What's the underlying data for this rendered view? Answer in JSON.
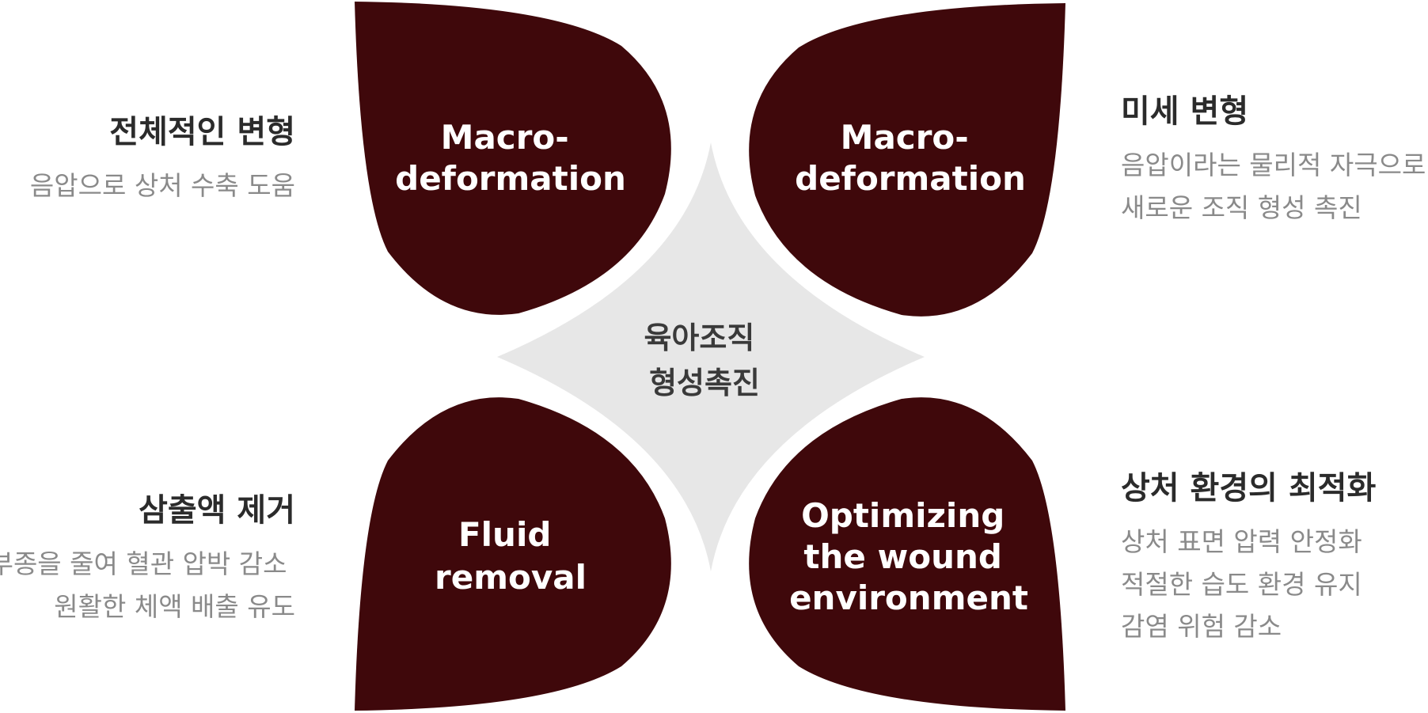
{
  "colors": {
    "petal": "#3f080b",
    "star": "#e7e7e7",
    "heading": "#2b2b2b",
    "body_text": "#8a8a8a"
  },
  "center": {
    "lines": [
      "육아조직",
      "형성촉진"
    ]
  },
  "petals": {
    "top_left": {
      "lines": [
        "Macro-",
        "deformation"
      ]
    },
    "top_right": {
      "lines": [
        "Macro-",
        "deformation"
      ]
    },
    "bottom_left": {
      "lines": [
        "Fluid",
        "removal"
      ]
    },
    "bottom_right": {
      "lines": [
        "Optimizing",
        "the wound",
        "environment"
      ]
    }
  },
  "side_notes": {
    "top_left": {
      "heading": "전체적인 변형",
      "lines": [
        "음압으로 상처 수축 도움"
      ]
    },
    "top_right": {
      "heading": "미세 변형",
      "lines": [
        "음압이라는 물리적 자극으로",
        "새로운 조직 형성 촉진"
      ]
    },
    "bottom_left": {
      "heading": "삼출액 제거",
      "lines": [
        "부종을 줄여 혈관 압박 감소",
        "원활한 체액 배출 유도"
      ]
    },
    "bottom_right": {
      "heading": "상처 환경의 최적화",
      "lines": [
        "상처 표면 압력 안정화",
        "적절한 습도 환경 유지",
        "감염 위험 감소"
      ]
    }
  }
}
